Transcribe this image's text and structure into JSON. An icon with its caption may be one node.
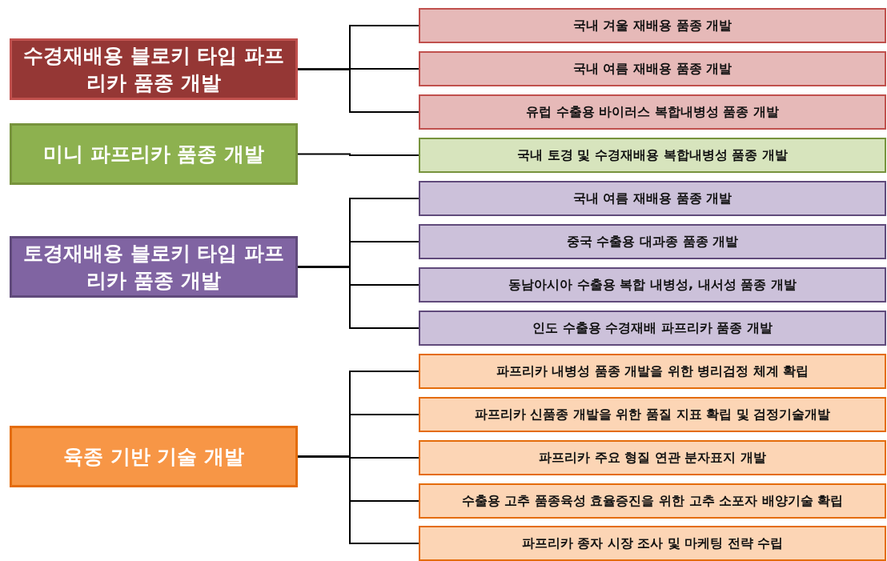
{
  "diagram": {
    "nodes": [
      {
        "text": [
          "수경재배용 블로키 타입 파프리카 품종 개발"
        ]
      },
      {
        "text": [
          "국내 겨울 재배용 품종 개발"
        ]
      },
      {
        "text": [
          "국내 여름 재배용 품종 개발"
        ]
      },
      {
        "text": [
          "유럽 수출용 바이러스 복합내병성 품종 개발"
        ]
      },
      {
        "text": [
          "미니 파프리카 품종 개발"
        ]
      },
      {
        "text": [
          "국내 토경 및 수경재배용 복합내병성 품종 개발"
        ]
      },
      {
        "text": [
          "토경재배용 블로키 타입 파프리카 품종 개발"
        ]
      },
      {
        "text": [
          "국내 여름 재배용 품종 개발"
        ]
      },
      {
        "text": [
          "중국 수출용 대과종 품종 개발"
        ]
      },
      {
        "text": [
          "동남아시아 수출용 복합 내병성, 내서성 품종 개발"
        ]
      },
      {
        "text": [
          "인도 수출용 수경재배 파프리카 품종 개발"
        ]
      },
      {
        "text": [
          "육종 기반 기술 개발"
        ]
      },
      {
        "text": [
          "파프리카 내병성 품종 개발을 위한 병리검정 체계 확립"
        ]
      },
      {
        "text": [
          "파프리카 신품종 개발을 위한 품질 지표 확립 및 검정기술개발"
        ]
      },
      {
        "text": [
          "파프리카 주요 형질 연관 분자표지 개발"
        ]
      },
      {
        "text": [
          "수출용 고추 품종육성 효율증진을 위한 고추 소포자 배양기술 확립"
        ]
      },
      {
        "text": [
          "파프리카 종자 시장 조사 및 마케팅 전략 수립"
        ]
      }
    ],
    "edges": [
      {
        "from": 0,
        "to": 1,
        "arrow": "none"
      },
      {
        "from": 0,
        "to": 2,
        "arrow": "none"
      },
      {
        "from": 0,
        "to": 3,
        "arrow": "none"
      },
      {
        "from": 4,
        "to": 5,
        "arrow": "none"
      },
      {
        "from": 6,
        "to": 7,
        "arrow": "none"
      },
      {
        "from": 6,
        "to": 8,
        "arrow": "none"
      },
      {
        "from": 6,
        "to": 9,
        "arrow": "none"
      },
      {
        "from": 6,
        "to": 10,
        "arrow": "none"
      },
      {
        "from": 11,
        "to": 12,
        "arrow": "none"
      },
      {
        "from": 11,
        "to": 13,
        "arrow": "none"
      },
      {
        "from": 11,
        "to": 14,
        "arrow": "none"
      },
      {
        "from": 11,
        "to": 15,
        "arrow": "none"
      },
      {
        "from": 11,
        "to": 16,
        "arrow": "none"
      }
    ]
  }
}
